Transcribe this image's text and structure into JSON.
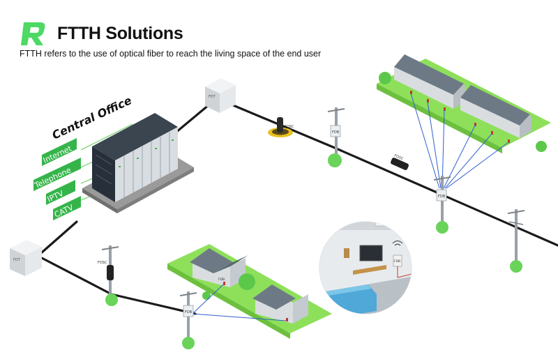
{
  "header": {
    "title": "FTTH Solutions",
    "subtitle": "FTTH refers to the use of optical fiber to reach the living space of the end user"
  },
  "central_office": {
    "label": "Central Office",
    "services": [
      "Internet",
      "Telephone",
      "IPTV",
      "CATV"
    ]
  },
  "device_labels": {
    "fdt": "FDT",
    "fosc": "FOSC",
    "fdb": "FDB"
  },
  "colors": {
    "brand_green": "#4cd964",
    "service_green": "#35b44a",
    "fiber_blue": "#2f5fd0",
    "cable": "#1a1a1a",
    "lawn": "#8ee05a"
  }
}
